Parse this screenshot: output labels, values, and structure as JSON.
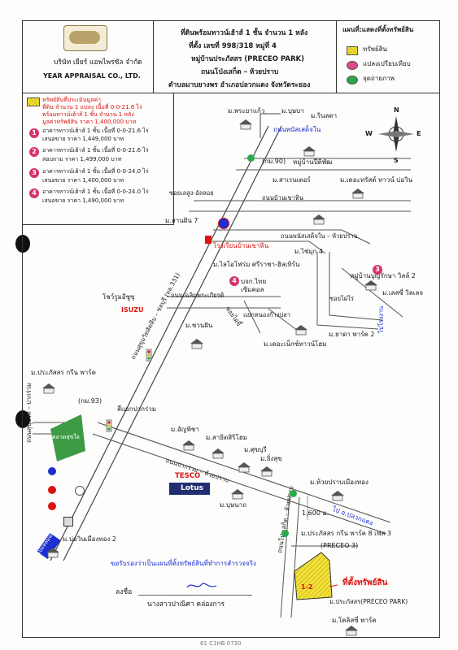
{
  "header": {
    "company_th": "บริษัท เยียร์ แอพไพรซัล จำกัด",
    "company_en": "YEAR APPRAISAL CO., LTD.",
    "title_lines": [
      "ที่ดินพร้อมทาวน์เฮ้าส์ 1 ชั้น จำนวน 1 หลัง",
      "ที่ตั้ง เลขที่ 998/318 หมู่ที่ 4",
      "หมู่บ้านประภัสสร (PRECEO PARK)",
      "ถนนโป่งเสก็ด – ห้วยปราบ",
      "ตำบลมาบยางพร อำเภอปลวกแดง จังหวัดระยอง"
    ]
  },
  "legend": {
    "title": "แผนที่:แสดงที่ตั้งทรัพย์สิน",
    "items": [
      {
        "label": "ทรัพย์สิน",
        "color": "#f4e23c"
      },
      {
        "label": "แปลงเปรียบเทียบ",
        "color": "#e0488b"
      },
      {
        "label": "จุดถ่ายภาพ",
        "color": "#2aa84a"
      }
    ]
  },
  "property_note": {
    "lines": [
      "ทรัพย์สินที่ประเมินมูลค่า",
      "ที่ดิน จำนวน 1 แปลง เนื้อที่ 0-0-21.6 ไร่",
      "พร้อมทาวน์เฮ้าส์ 1 ชั้น จำนวน 1 หลัง",
      "มูลค่าทรัพย์สิน ราคา 1,400,000 บาท"
    ]
  },
  "comparables": [
    {
      "num": "1",
      "lines": [
        "อาคารทาวน์เฮ้าส์ 1 ชั้น เนื้อที่ 0-0-21.6 ไร่",
        "เสนอขาย ราคา 1,449,000 บาท"
      ]
    },
    {
      "num": "2",
      "lines": [
        "อาคารทาวน์เฮ้าส์ 1 ชั้น เนื้อที่ 0-0-21.6 ไร่",
        "สอบถาม ราคา 1,499,000 บาท"
      ]
    },
    {
      "num": "3",
      "lines": [
        "อาคารทาวน์เฮ้าส์ 1 ชั้น เนื้อที่ 0-0-24.0 ไร่",
        "เสนอขาย ราคา 1,400,000 บาท"
      ]
    },
    {
      "num": "4",
      "lines": [
        "อาคารทาวน์เฮ้าส์ 1 ชั้น เนื้อที่ 0-0-24.0 ไร่",
        "เสนอขาย ราคา 1,490,000 บาท"
      ]
    }
  ],
  "compass": {
    "n": "N",
    "e": "E",
    "s": "S",
    "w": "W"
  },
  "map_labels": {
    "phraya_kaew": "ม.พระยาแก้ว",
    "bussaba": "ม.บุษบา",
    "rinlada": "ม.รินลดา",
    "road_phanaes": "ถนนพนัสเสด็จใน",
    "km90": "(กม.90)",
    "pleasant": "หมู่บ้านปีติพัฒ",
    "nava_center": "ม.สาเรนเตอร์",
    "toutes": "ม.เดอะทรัสต์ ทาวน์ บ่อวิน",
    "soi_lasang": "ซอยเลสูง-อัลลอย",
    "road_banchaphin": "ถนนบ้านเขาหิน",
    "sanfun7": "ม.สานฝัน 7",
    "road_pnl_hp": "ถนนพนัสเสด็จใน – ห้วยปราบ",
    "school": "โรงเรียนบ้านเขาหิน",
    "chaimuk4": "ม.ไช่มุก 4",
    "lloyd": "ม.ไลโอโฟร่ม ศรีราชา-ฮิลเทิร์น",
    "baan_boonruksa": "หมู่บ้านบุญรักษา วิลล์ 2",
    "bkk_thai": "บจก.ไทย",
    "sermkohl": "เซิมคอล",
    "road_chaloem": "ถนนเฉลิมพระเกียรติ",
    "soi_phai": "ซอยไผ่ไร่",
    "lse_wil": "ม.เลสซี่ วิลเลจ",
    "junction": "แยกหนองก้างปลา",
    "soi_pai_v": "ซอยไผ่ขี้",
    "main_road_v": "ถนนสุขุมวิทสัตหีบ – ชลบุรี (ทล.331)",
    "boen_fa": "ม.ชวนฝัน",
    "rodnam": "ม.ธาดา พาร์ค 2",
    "bynet": "ม.เดอะเน็กซ์ทาวน์โฮม",
    "yupin_right": "ไปโรงงาน",
    "showroom": "โชว์รูมอีซูซุ",
    "isuzu": "ISUZU",
    "prapassorn_green": "ม.ประภัสสร กรีน พาร์ค",
    "road_left_v": "ถนนสุขุมวิท – ปากร่วม",
    "km93": "(กม.93)",
    "intersection": "สี่แยกปากร่วม",
    "market": "ตลาดสุขใจ",
    "aphicha": "ม.อัญพิชา",
    "sahisiri": "ม.สาธิตสิริโฮม",
    "suksiri": "ม.ศุขบุรี",
    "yingsuk": "ม.ยิ่งสุข",
    "road_pakruam_hp": "ถนนปากร่วม – ห้วยปราบ",
    "tesco": "TESCO",
    "lotus": "Lotus",
    "bunnad": "ม.บุษนาถ",
    "huaiprab_muang": "ม.ห้วยปราบเมืองทอง",
    "to_pluak": "ไป อ.ปลวกแดง",
    "dist_1600": "1,600 ม.",
    "road_pongsaked_v": "ถนนโป่งเสก็ด – ห้วยปราบ",
    "prapassorn_gp8": "ม.ประภัสสร กรีน พาร์ค 8 เฟส 3",
    "preceo3": "(PRECEO 3)",
    "boowin_muang2": "ม.บ่อวินเมืองทอง 2",
    "to_laemchabang": "ไปแหลมฉบัง",
    "property_label": "ที่ตั้งทรัพย์สิน",
    "property_code": "1-2",
    "preceo_park": "ม.ประภัสสร(PRECEO PARK)",
    "kolossi": "ม.โคลิสซี่ พาร์ค"
  },
  "certification": {
    "statement": "ขอรับรองว่าเป็นแผนที่ตั้งทรัพย์สินที่ทำการสำรวจจริง",
    "sign_label": "ลงชื่อ",
    "signer": "นางสาวปาณิศา คล่องการ"
  },
  "footer_code": "61 C1HB 0730"
}
